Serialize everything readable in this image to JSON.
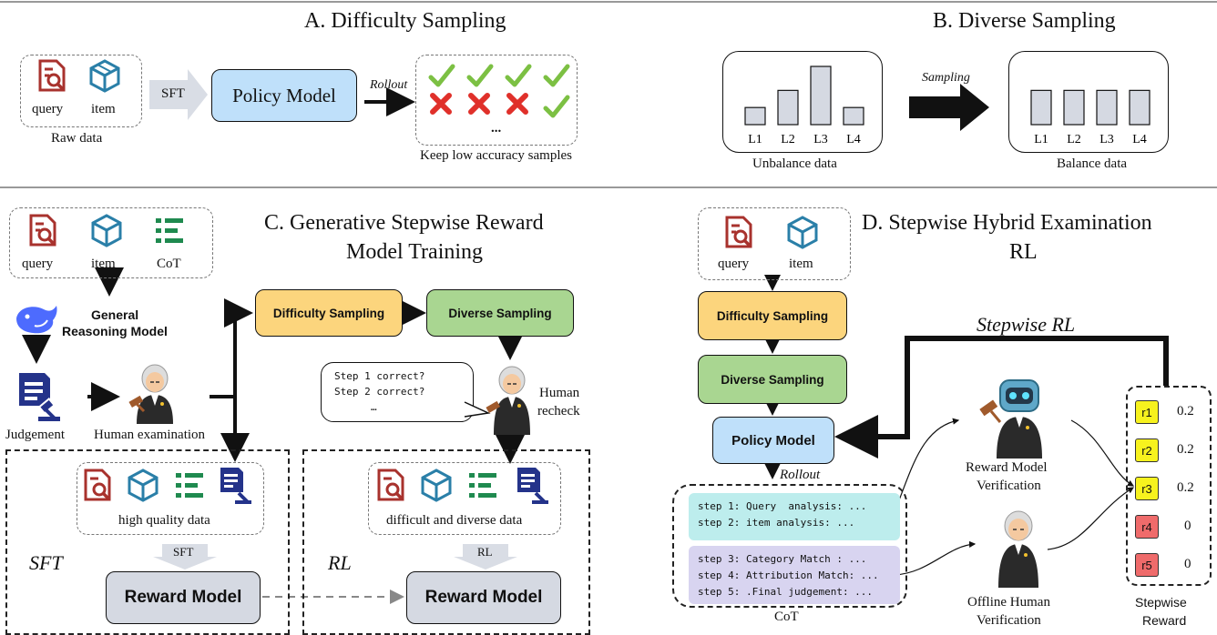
{
  "panel_a": {
    "title": "A. Difficulty Sampling",
    "query_label": "query",
    "item_label": "item",
    "raw_data_label": "Raw data",
    "sft_arrow_label": "SFT",
    "policy_model": "Policy Model",
    "rollout_label": "Rollout",
    "ellipsis": "...",
    "keep_label": "Keep low accuracy samples"
  },
  "panel_b": {
    "title": "B. Diverse Sampling",
    "sampling_label": "Sampling",
    "unbalance_label": "Unbalance data",
    "balance_label": "Balance data",
    "levels": [
      "L1",
      "L2",
      "L3",
      "L4"
    ],
    "unbalance_values": [
      1,
      2,
      3.4,
      1
    ],
    "balance_values": [
      2,
      2,
      2,
      2
    ]
  },
  "panel_c": {
    "title_line1": "C. Generative Stepwise Reward",
    "title_line2": "Model Training",
    "query_label": "query",
    "item_label": "item",
    "cot_label": "CoT",
    "general_model_line1": "General",
    "general_model_line2": "Reasoning Model",
    "judgement_label": "Judgement",
    "human_exam_label": "Human examination",
    "difficulty_sampling": "Difficulty Sampling",
    "diverse_sampling": "Diverse Sampling",
    "bubble_lines": [
      "Step 1 correct?",
      "Step 2 correct?",
      "…"
    ],
    "human_recheck_line1": "Human",
    "human_recheck_line2": "recheck",
    "hq_data_label": "high quality data",
    "dd_data_label": "difficult and diverse data",
    "sft_label": "SFT",
    "rl_label": "RL",
    "sft_italic": "SFT",
    "rl_italic": "RL",
    "reward_model": "Reward Model"
  },
  "panel_d": {
    "title_line1": "D. Stepwise Hybrid  Examination",
    "title_line2": "RL",
    "query_label": "query",
    "item_label": "item",
    "difficulty_sampling": "Difficulty Sampling",
    "diverse_sampling": "Diverse Sampling",
    "policy_model": "Policy Model",
    "rollout_label": "Rollout",
    "stepwise_rl": "Stepwise RL",
    "cot_block1": "step 1: Query  analysis: ...\nstep 2: item analysis: ...",
    "cot_block2": "step 3: Category Match : ...\nstep 4: Attribution Match: ...\nstep 5: .Final judgement: ...",
    "cot_label": "CoT",
    "rm_verif_line1": "Reward Model",
    "rm_verif_line2": "Verification",
    "human_verif_line1": "Offline Human",
    "human_verif_line2": "Verification",
    "stepwise_reward_line1": "Stepwise",
    "stepwise_reward_line2": "Reward",
    "rewards": [
      {
        "tag": "r1",
        "value": "0.2",
        "color": "#f7f21e"
      },
      {
        "tag": "r2",
        "value": "0.2",
        "color": "#f7f21e"
      },
      {
        "tag": "r3",
        "value": "0.2",
        "color": "#f7f21e"
      },
      {
        "tag": "r4",
        "value": "0",
        "color": "#ef6b6b"
      },
      {
        "tag": "r5",
        "value": "0",
        "color": "#ef6b6b"
      }
    ]
  },
  "icons": {
    "query": "query-document-search-icon",
    "item": "item-box-icon",
    "cot": "cot-list-icon",
    "judgement": "judgement-gavel-document-icon",
    "whale": "deepseek-whale-logo",
    "judge": "judge-person-icon",
    "robot": "robot-judge-icon",
    "check": "check-icon",
    "cross": "cross-icon"
  },
  "colors": {
    "policy": "#bfe0fa",
    "difficulty": "#fcd57d",
    "diverse": "#a9d691",
    "reward_model": "#d5d9e2",
    "query_icon": "#a8322d",
    "item_icon": "#2a7fa8",
    "cot_icon": "#1f8a4f",
    "judgement_icon": "#24338a",
    "check": "#7cc043",
    "cross": "#e0302a"
  }
}
